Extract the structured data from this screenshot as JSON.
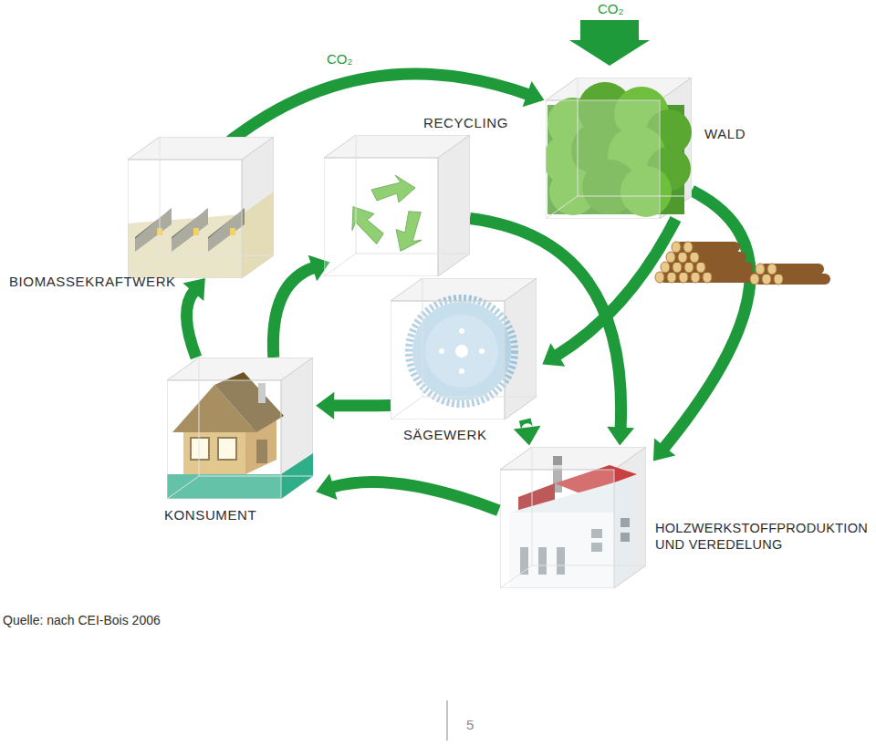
{
  "diagram": {
    "nodes": [
      {
        "text": [
          "RECYCLING"
        ]
      },
      {
        "text": [
          "WALD"
        ]
      },
      {
        "text": [
          "BIOMASSEKRAFTWERK"
        ]
      },
      {
        "text": [
          "SÄGEWERK"
        ]
      },
      {
        "text": [
          "KONSUMENT"
        ]
      },
      {
        "text": [
          "HOLZWERKSTOFFPRODUKTION UND VEREDELUNG"
        ]
      }
    ],
    "edges": [
      {
        "from": 2,
        "to": 1,
        "arrow": "to",
        "label": "CO₂"
      },
      {
        "from": 0,
        "to": 5,
        "arrow": "to"
      },
      {
        "from": 1,
        "to": 3,
        "arrow": "to"
      },
      {
        "from": 1,
        "to": 5,
        "arrow": "to"
      },
      {
        "from": 3,
        "to": 4,
        "arrow": "to"
      },
      {
        "from": 3,
        "to": 5,
        "arrow": "to"
      },
      {
        "from": 5,
        "to": 4,
        "arrow": "to"
      },
      {
        "from": 4,
        "to": 2,
        "arrow": "to"
      },
      {
        "from": 4,
        "to": 0,
        "arrow": "to"
      }
    ],
    "labels": [
      "CO₂",
      "Quelle: nach CEI-Bois 2006",
      "5"
    ]
  }
}
